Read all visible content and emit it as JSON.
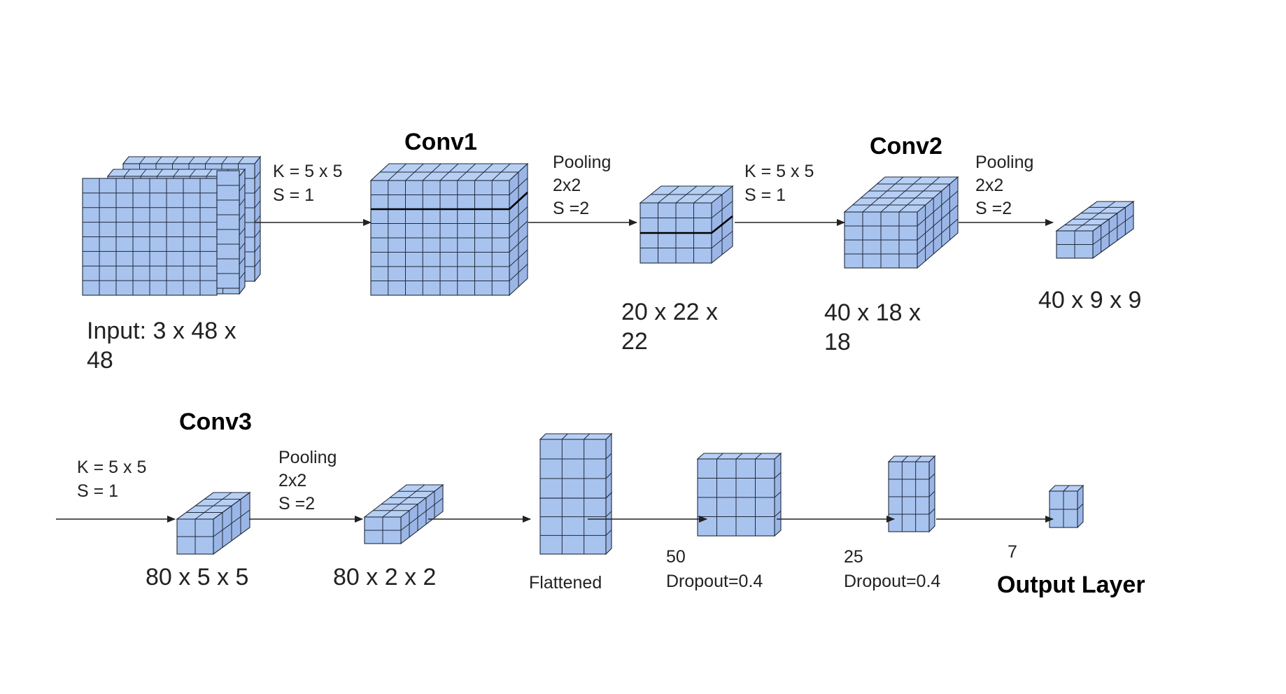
{
  "labels": {
    "conv1": "Conv1",
    "conv2": "Conv2",
    "conv3": "Conv3",
    "output_layer": "Output Layer",
    "input_l1": "Input: 3 x 48 x",
    "input_l2": "48",
    "k1_l1": "K = 5 x 5",
    "k1_l2": "S = 1",
    "pool1_l1": "Pooling",
    "pool1_l2": "2x2",
    "pool1_l3": "S =2",
    "dim2_l1": "20 x 22 x",
    "dim2_l2": "22",
    "k2_l1": "K = 5 x 5",
    "k2_l2": "S = 1",
    "dim3_l1": "40 x 18 x",
    "dim3_l2": "18",
    "pool2_l1": "Pooling",
    "pool2_l2": "2x2",
    "pool2_l3": "S =2",
    "dim4": "40 x 9 x 9",
    "k3_l1": "K = 5 x 5",
    "k3_l2": "S = 1",
    "dim5": "80 x 5 x 5",
    "pool3_l1": "Pooling",
    "pool3_l2": "2x2",
    "pool3_l3": "S =2",
    "dim6": "80 x 2 x 2",
    "flattened": "Flattened",
    "fc1_size": "50",
    "fc1_dropout": "Dropout=0.4",
    "fc2_size": "25",
    "fc2_dropout": "Dropout=0.4",
    "out_size": "7"
  },
  "colors": {
    "cube_fill": "#a9c3ef",
    "cube_stroke": "#1f2a3a",
    "text": "#222222"
  }
}
